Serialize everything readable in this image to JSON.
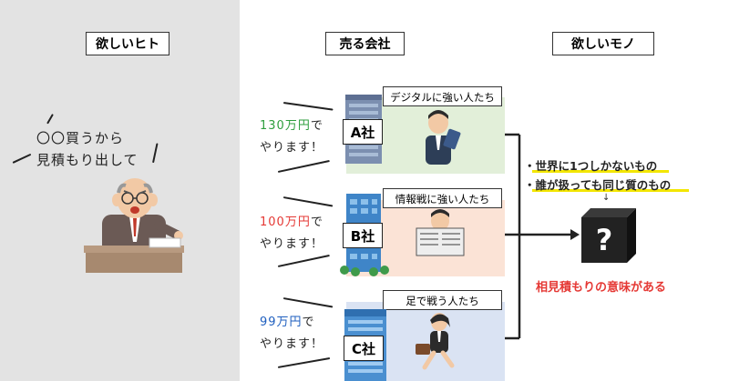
{
  "columns": {
    "buyer": "欲しいヒト",
    "sellers": "売る会社",
    "goods": "欲しいモノ"
  },
  "buyer": {
    "speech_line1": "〇〇買うから",
    "speech_line2": "見積もり出して"
  },
  "companies": [
    {
      "name": "A社",
      "tagline": "デジタルに強い人たち",
      "bid_amount": "130万円",
      "bid_suffix": "で",
      "bid_line2": "やります！",
      "bid_color": "#2e9e3e",
      "box_color": "#e2efd9"
    },
    {
      "name": "B社",
      "tagline": "情報戦に強い人たち",
      "bid_amount": "100万円",
      "bid_suffix": "で",
      "bid_line2": "やります！",
      "bid_color": "#e53935",
      "box_color": "#fbe3d6"
    },
    {
      "name": "C社",
      "tagline": "足で戦う人たち",
      "bid_amount": "99万円",
      "bid_suffix": "で",
      "bid_line2": "やります！",
      "bid_color": "#1f5fbf",
      "box_color": "#dae3f3"
    }
  ],
  "goods": {
    "bullet1": "・世界に1つしかないもの",
    "bullet2": "・誰が扱っても同じ質のもの",
    "box_symbol": "?",
    "conclusion": "相見積もりの意味がある"
  }
}
